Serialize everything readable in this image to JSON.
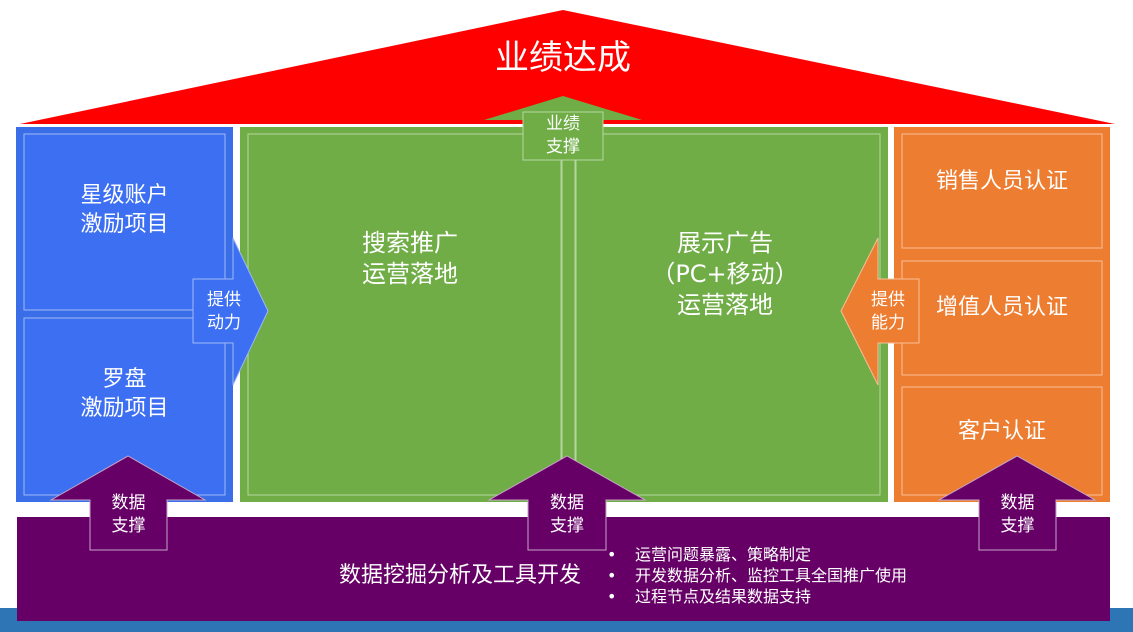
{
  "roof": {
    "title": "业绩达成",
    "support_label": [
      "业绩",
      "支撑"
    ]
  },
  "left_column": {
    "top_box": [
      "星级账户",
      "激励项目"
    ],
    "bottom_box": [
      "罗盘",
      "激励项目"
    ],
    "arrow_label": [
      "提供",
      "动力"
    ]
  },
  "center": {
    "left_panel": [
      "搜索推广",
      "运营落地"
    ],
    "right_panel": [
      "展示广告",
      "（PC+移动）",
      "运营落地"
    ]
  },
  "right_column": {
    "boxes": [
      "销售人员认证",
      "增值人员认证",
      "客户认证"
    ],
    "arrow_label": [
      "提供",
      "能力"
    ]
  },
  "foundation": {
    "title": "数据挖掘分析及工具开发",
    "bullets": [
      "运营问题暴露、策略制定",
      "开发数据分析、监控工具全国推广使用",
      "过程节点及结果数据支持"
    ],
    "support_label": [
      "数据",
      "支撑"
    ]
  },
  "colors": {
    "roof": "#ff0000",
    "blue": "#3d6ff2",
    "green": "#70ad47",
    "orange": "#ed7d31",
    "purple": "#660066",
    "bottom_bar": "#2e75b6"
  }
}
